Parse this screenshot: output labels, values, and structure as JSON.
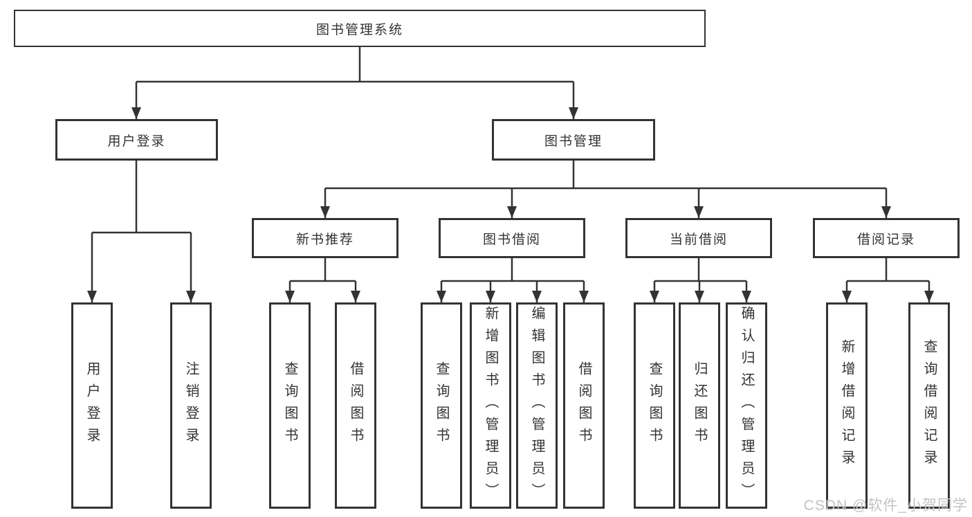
{
  "diagram": {
    "title": "图书管理系统",
    "branches": [
      {
        "label": "用户登录",
        "leaves": [
          "用户登录",
          "注销登录"
        ]
      },
      {
        "label": "图书管理",
        "sections": [
          {
            "label": "新书推荐",
            "leaves": [
              "查询图书",
              "借阅图书"
            ]
          },
          {
            "label": "图书借阅",
            "leaves": [
              "查询图书",
              "新增图书（管理员）",
              "编辑图书（管理员）",
              "借阅图书"
            ]
          },
          {
            "label": "当前借阅",
            "leaves": [
              "查询图书",
              "归还图书",
              "确认归还（管理员）"
            ]
          },
          {
            "label": "借阅记录",
            "leaves": [
              "新增借阅记录",
              "查询借阅记录"
            ]
          }
        ]
      }
    ]
  },
  "watermark": {
    "text": "CSDN @软件_小贺同学",
    "color": "#c3c3c3"
  },
  "colors": {
    "line": "#333333",
    "text": "#333333",
    "background": "#ffffff"
  }
}
